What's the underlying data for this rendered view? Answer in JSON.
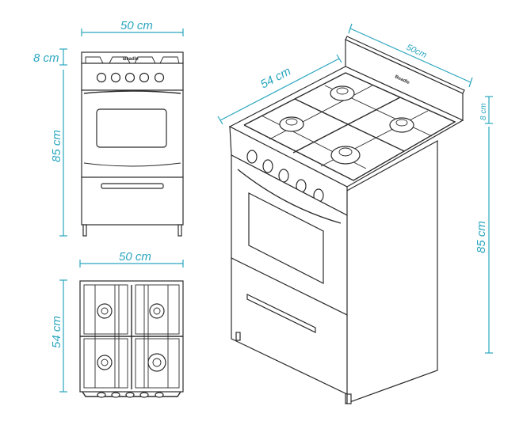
{
  "brand": "Beadle",
  "dimensions": {
    "front_width": "50 cm",
    "front_backguard": "8 cm",
    "front_height": "85 cm",
    "top_width": "50 cm",
    "top_depth": "54 cm",
    "iso_depth": "54 cm",
    "iso_width": "50cm",
    "iso_backguard": "8 cm",
    "iso_height": "85 cm"
  },
  "colors": {
    "dimension": "#2aa6bf",
    "ink": "#2b2b2b"
  },
  "views": [
    "front-view",
    "top-view",
    "isometric-view"
  ],
  "burners": 4,
  "knobs": 5
}
